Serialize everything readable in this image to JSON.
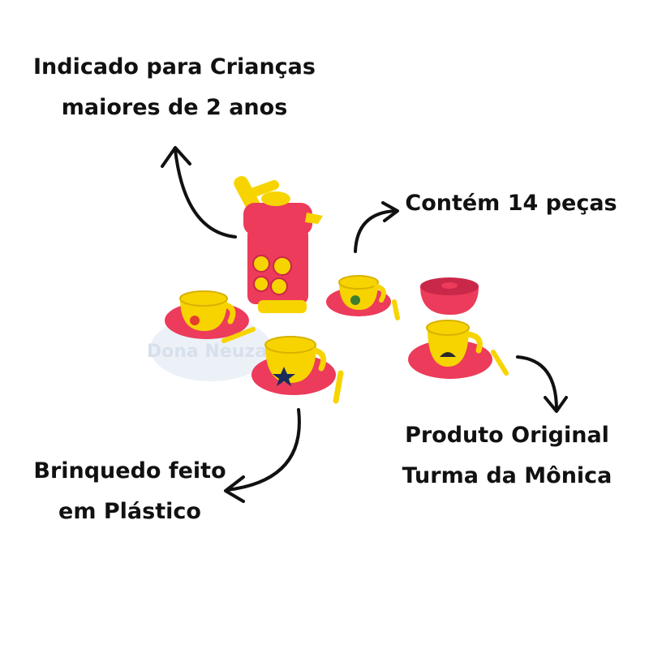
{
  "callouts": {
    "age": {
      "line1": "Indicado para Crianças",
      "line2": "maiores de 2 anos"
    },
    "pieces": {
      "line1": "Contém 14 peças"
    },
    "original": {
      "line1": "Produto Original",
      "line2": "Turma da Mônica"
    },
    "material": {
      "line1": "Brinquedo feito",
      "line2": "em Plástico"
    }
  },
  "watermark": "Dona Neuza",
  "colors": {
    "pink": "#ec3b5b",
    "pink_dark": "#c92848",
    "yellow": "#f7d400",
    "yellow_dark": "#d8b200",
    "arrow": "#111111"
  }
}
